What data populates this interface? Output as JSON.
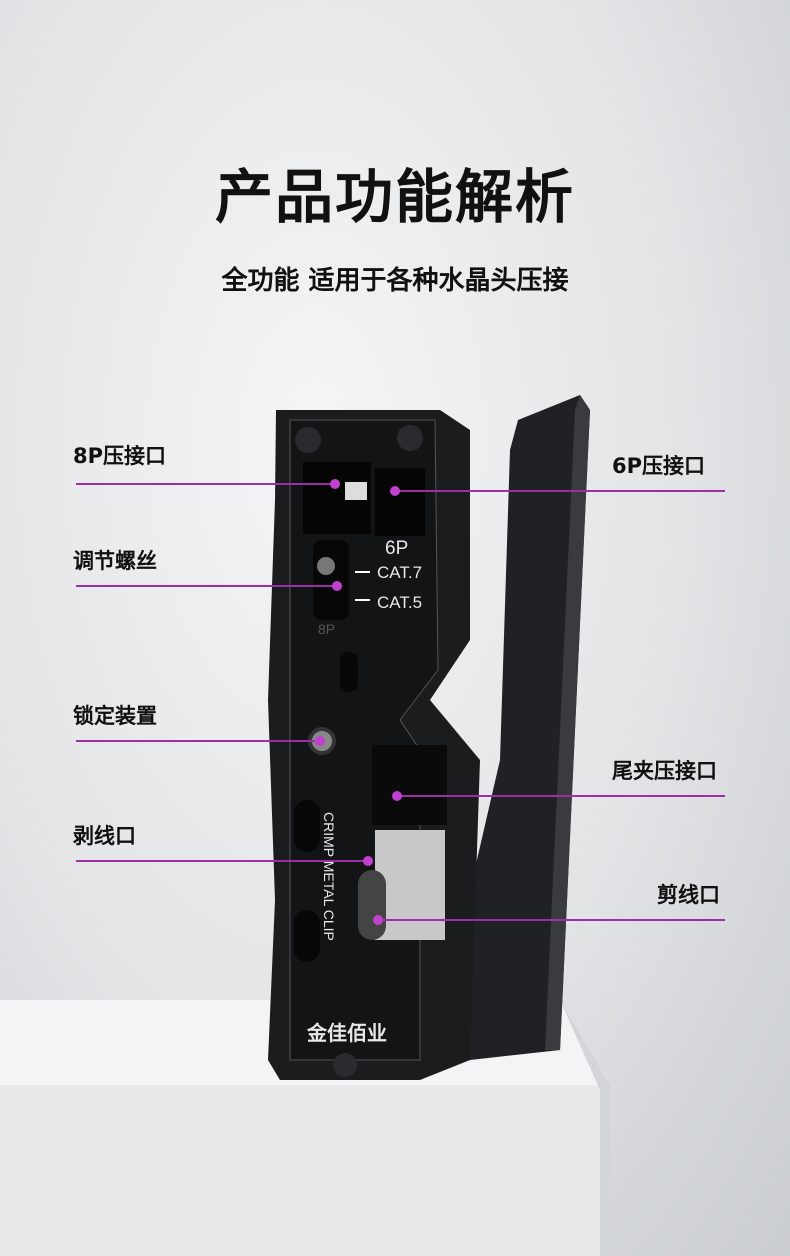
{
  "title": "产品功能解析",
  "subtitle": "全功能 适用于各种水晶头压接",
  "callouts": {
    "port_8p": "8P压接口",
    "port_6p": "6P压接口",
    "adjust_screw": "调节螺丝",
    "lock": "锁定装置",
    "tail_clip": "尾夹压接口",
    "strip": "剥线口",
    "cut": "剪线口"
  },
  "tool_markings": {
    "p6": "6P",
    "cat7": "CAT.7",
    "cat5": "CAT.5",
    "p8": "8P",
    "crimp": "CRIMP METAL CLIP",
    "brand": "金佳佰业"
  },
  "colors": {
    "accent": "#9b2fa6",
    "tool": "#1b1c1e"
  }
}
